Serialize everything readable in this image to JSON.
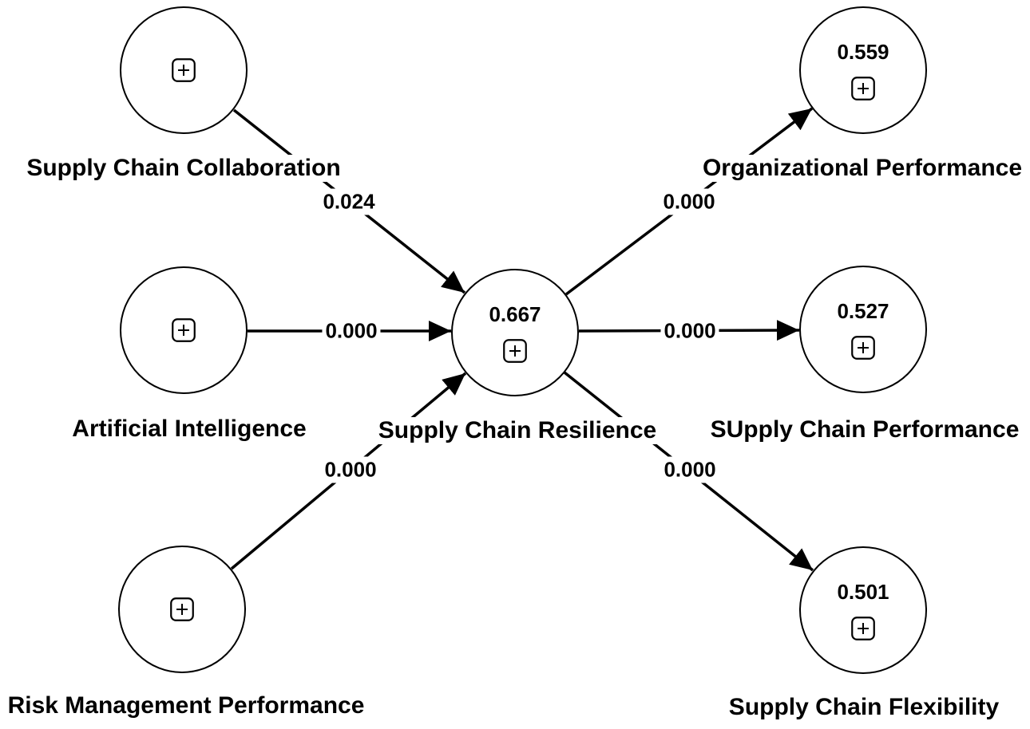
{
  "diagram": {
    "kind": "structural-equation-path-model",
    "colors": {
      "background": "#ffffff",
      "node_fill": "#ffffff",
      "stroke": "#000000",
      "text": "#000000"
    },
    "icons": {
      "expand": "plus-in-rounded-square"
    },
    "nodes": {
      "supply_chain_collaboration": {
        "label": "Supply Chain Collaboration"
      },
      "artificial_intelligence": {
        "label": "Artificial Intelligence"
      },
      "risk_management_performance": {
        "label": "Risk Management Performance"
      },
      "supply_chain_resilience": {
        "label": "Supply Chain Resilience",
        "value": "0.667"
      },
      "organizational_performance": {
        "label": "Organizational Performance",
        "value": "0.559"
      },
      "supply_chain_performance": {
        "label": "SUpply Chain Performance",
        "value": "0.527"
      },
      "supply_chain_flexibility": {
        "label": "Supply Chain Flexibility",
        "value": "0.501"
      }
    },
    "edges": [
      {
        "from": "Supply Chain Collaboration",
        "to": "Supply Chain Resilience",
        "coefficient": "0.024"
      },
      {
        "from": "Artificial Intelligence",
        "to": "Supply Chain Resilience",
        "coefficient": "0.000"
      },
      {
        "from": "Risk Management Performance",
        "to": "Supply Chain Resilience",
        "coefficient": "0.000"
      },
      {
        "from": "Supply Chain Resilience",
        "to": "Organizational Performance",
        "coefficient": "0.000"
      },
      {
        "from": "Supply Chain Resilience",
        "to": "SUpply Chain Performance",
        "coefficient": "0.000"
      },
      {
        "from": "Supply Chain Resilience",
        "to": "Supply Chain Flexibility",
        "coefficient": "0.000"
      }
    ]
  }
}
